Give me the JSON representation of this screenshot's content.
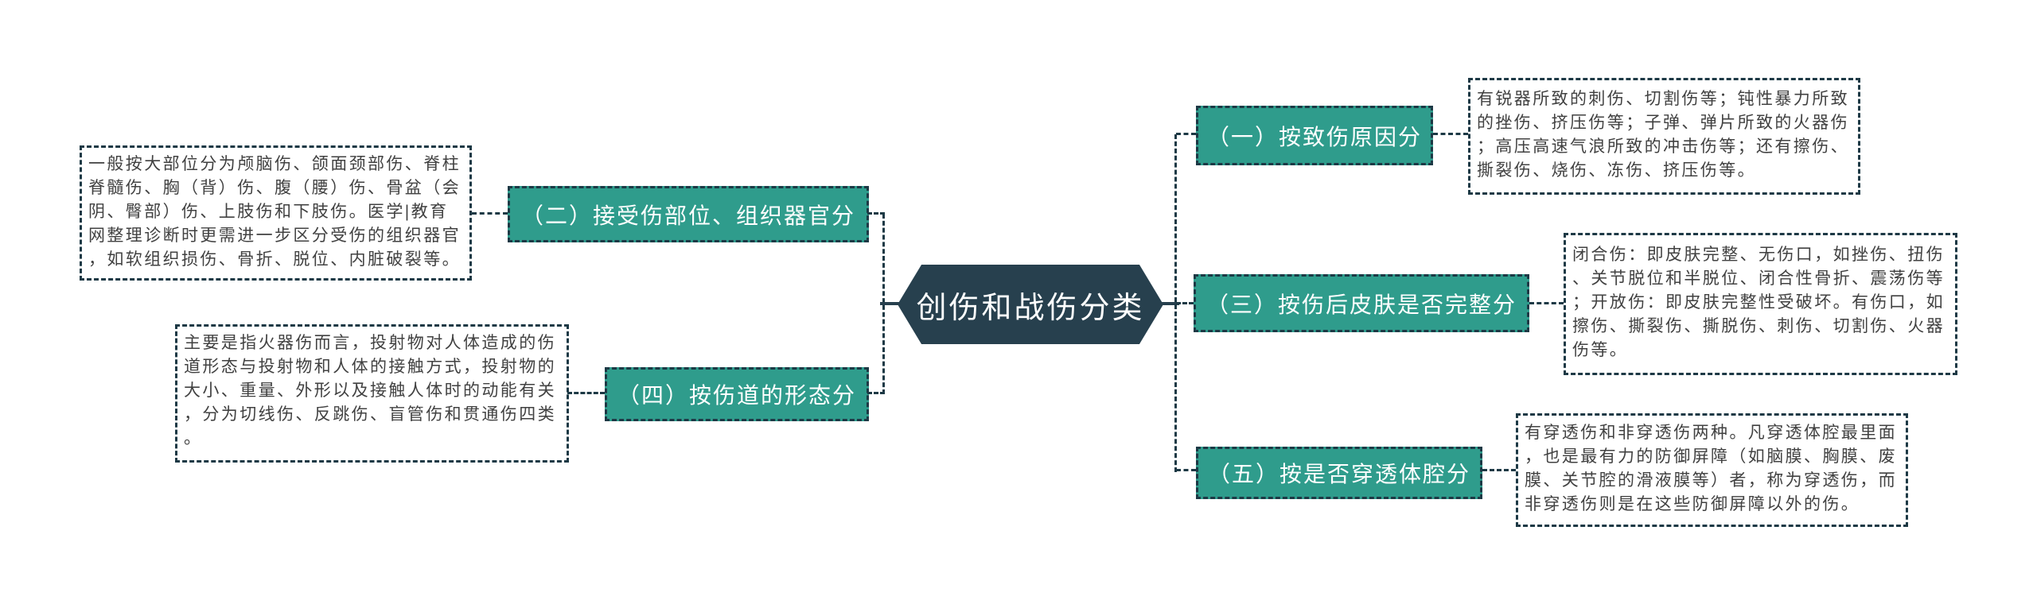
{
  "title": "创伤和战伤分类",
  "colors": {
    "branch_fill": "#2f9c8c",
    "center_fill": "#27404e",
    "line": "#1d3945",
    "desc_text": "#414141",
    "node_text": "#ffffff",
    "background": "#ffffff"
  },
  "center": {
    "label": "创伤和战伤分类"
  },
  "branches": [
    {
      "label": "（一）按致伤原因分",
      "description": "有锐器所致的刺伤、切割伤等；钝性暴力所致的挫伤、挤压伤等；子弹、弹片所致的火器伤；高压高速气浪所致的冲击伤等；还有擦伤、撕裂伤、烧伤、冻伤、挤压伤等。"
    },
    {
      "label": "（二）接受伤部位、组织器官分",
      "description": "一般按大部位分为颅脑伤、颌面颈部伤、脊柱脊髓伤、胸（背）伤、腹（腰）伤、骨盆（会阴、臀部）伤、上肢伤和下肢伤。医学|教育网整理诊断时更需进一步区分受伤的组织器官，如软组织损伤、骨折、脱位、内脏破裂等。"
    },
    {
      "label": "（三）按伤后皮肤是否完整分",
      "description": "闭合伤：即皮肤完整、无伤口，如挫伤、扭伤、关节脱位和半脱位、闭合性骨折、震荡伤等；开放伤：即皮肤完整性受破坏。有伤口，如擦伤、撕裂伤、撕脱伤、刺伤、切割伤、火器伤等。"
    },
    {
      "label": "（四）按伤道的形态分",
      "description": "主要是指火器伤而言，投射物对人体造成的伤道形态与投射物和人体的接触方式，投射物的大小、重量、外形以及接触人体时的动能有关，分为切线伤、反跳伤、盲管伤和贯通伤四类。"
    },
    {
      "label": "（五）按是否穿透体腔分",
      "description": "有穿透伤和非穿透伤两种。凡穿透体腔最里面，也是最有力的防御屏障（如脑膜、胸膜、废膜、关节腔的滑液膜等）者，称为穿透伤，而非穿透伤则是在这些防御屏障以外的伤。"
    }
  ]
}
